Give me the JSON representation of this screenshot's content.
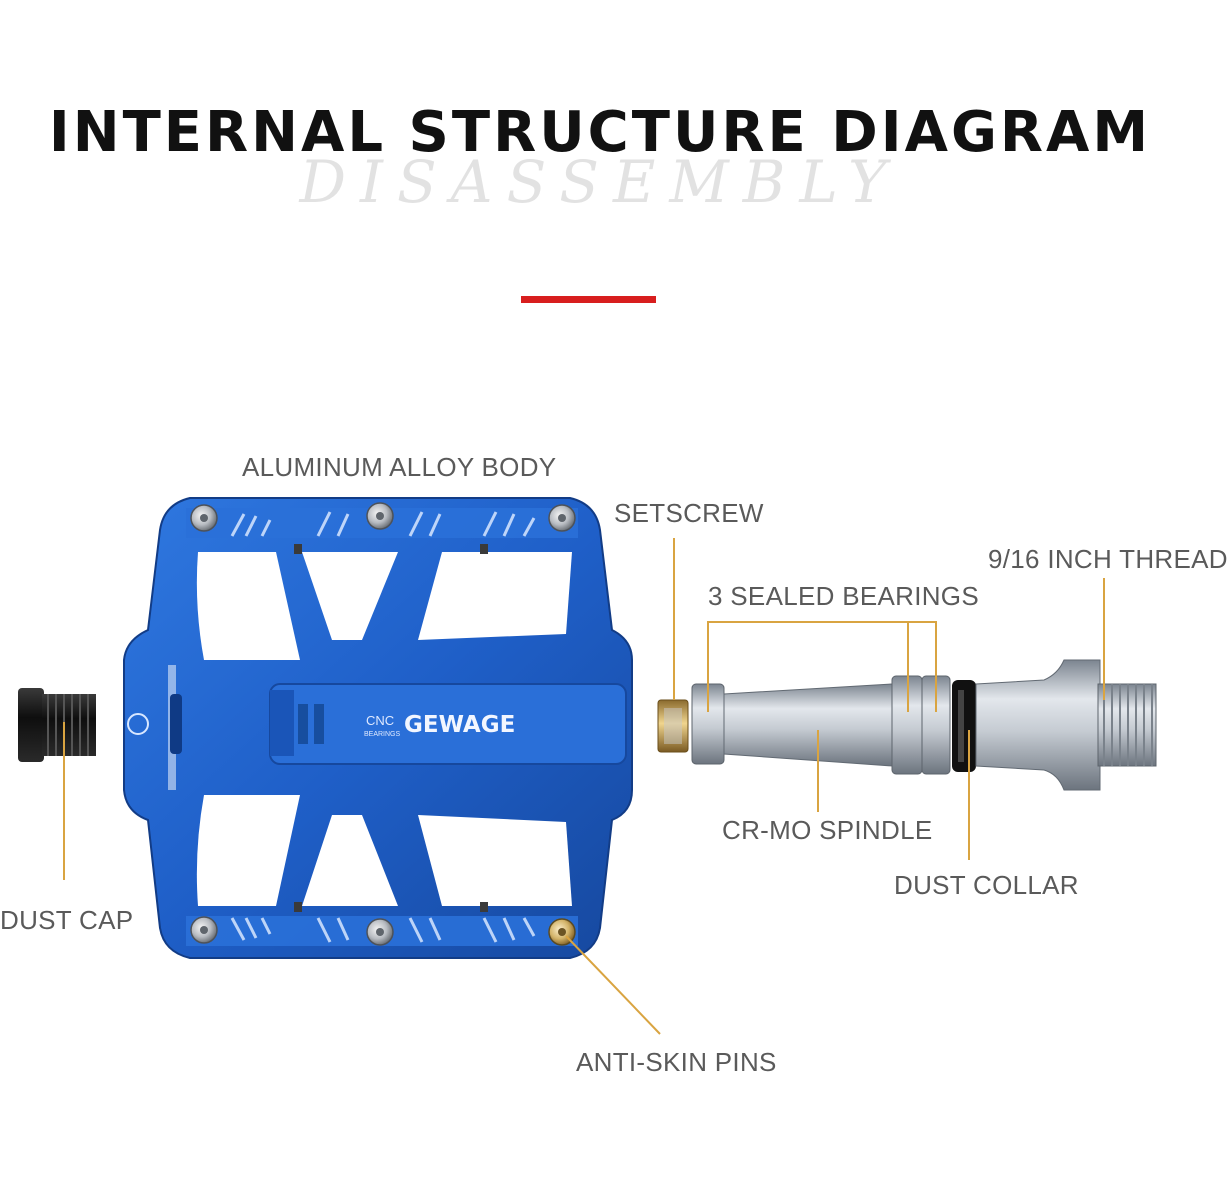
{
  "header": {
    "title": "INTERNAL STRUCTURE DIAGRAM",
    "watermark_text": "DISASSEMBLY"
  },
  "colors": {
    "accent_bar": "#d81e1e",
    "leader_line": "#d9a441",
    "pedal_body": "#1f5fc8",
    "label_text": "#5a5a5a"
  },
  "brand": {
    "logo_text": "GEWAGE",
    "cnc_text": "CNC",
    "bearings_text": "BEARINGS"
  },
  "labels": {
    "body": "ALUMINUM ALLOY BODY",
    "setscrew": "SETSCREW",
    "thread": "9/16 INCH THREAD",
    "bearings": "3 SEALED BEARINGS",
    "spindle": "CR-MO SPINDLE",
    "dust_collar": "DUST COLLAR",
    "dust_cap": "DUST CAP",
    "pins": "ANTI-SKIN PINS"
  }
}
